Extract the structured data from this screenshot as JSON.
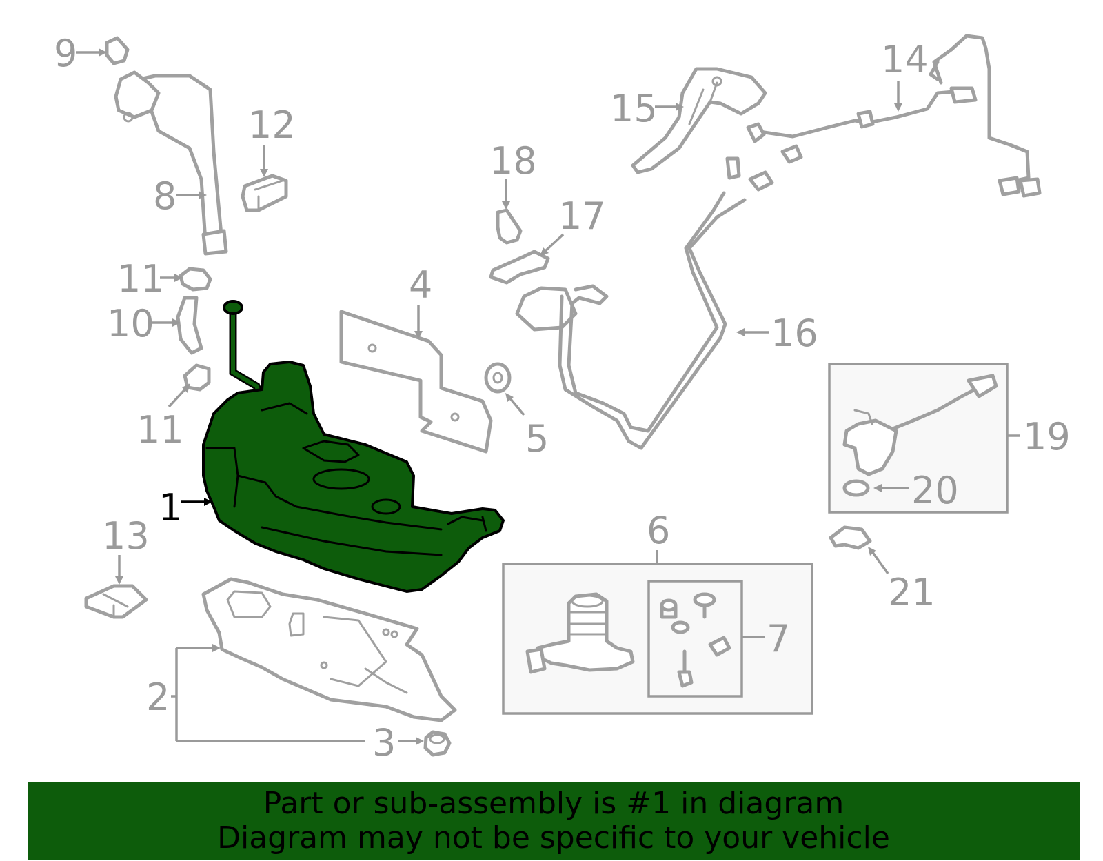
{
  "callouts": {
    "c1": "1",
    "c2": "2",
    "c3": "3",
    "c4": "4",
    "c5": "5",
    "c6": "6",
    "c7": "7",
    "c8": "8",
    "c9": "9",
    "c10": "10",
    "c11a": "11",
    "c11b": "11",
    "c12": "12",
    "c13": "13",
    "c14": "14",
    "c15": "15",
    "c16": "16",
    "c17": "17",
    "c18": "18",
    "c19": "19",
    "c20": "20",
    "c21": "21"
  },
  "highlighted_part": "1",
  "colors": {
    "highlight": "#0d5c0b",
    "parts": "#a0a0a0",
    "labels": "#9a9a9a",
    "banner": "#0d5c0b"
  },
  "banner": {
    "line1": "Part or sub-assembly is #1 in diagram",
    "line2": "Diagram may not be specific to your vehicle"
  }
}
